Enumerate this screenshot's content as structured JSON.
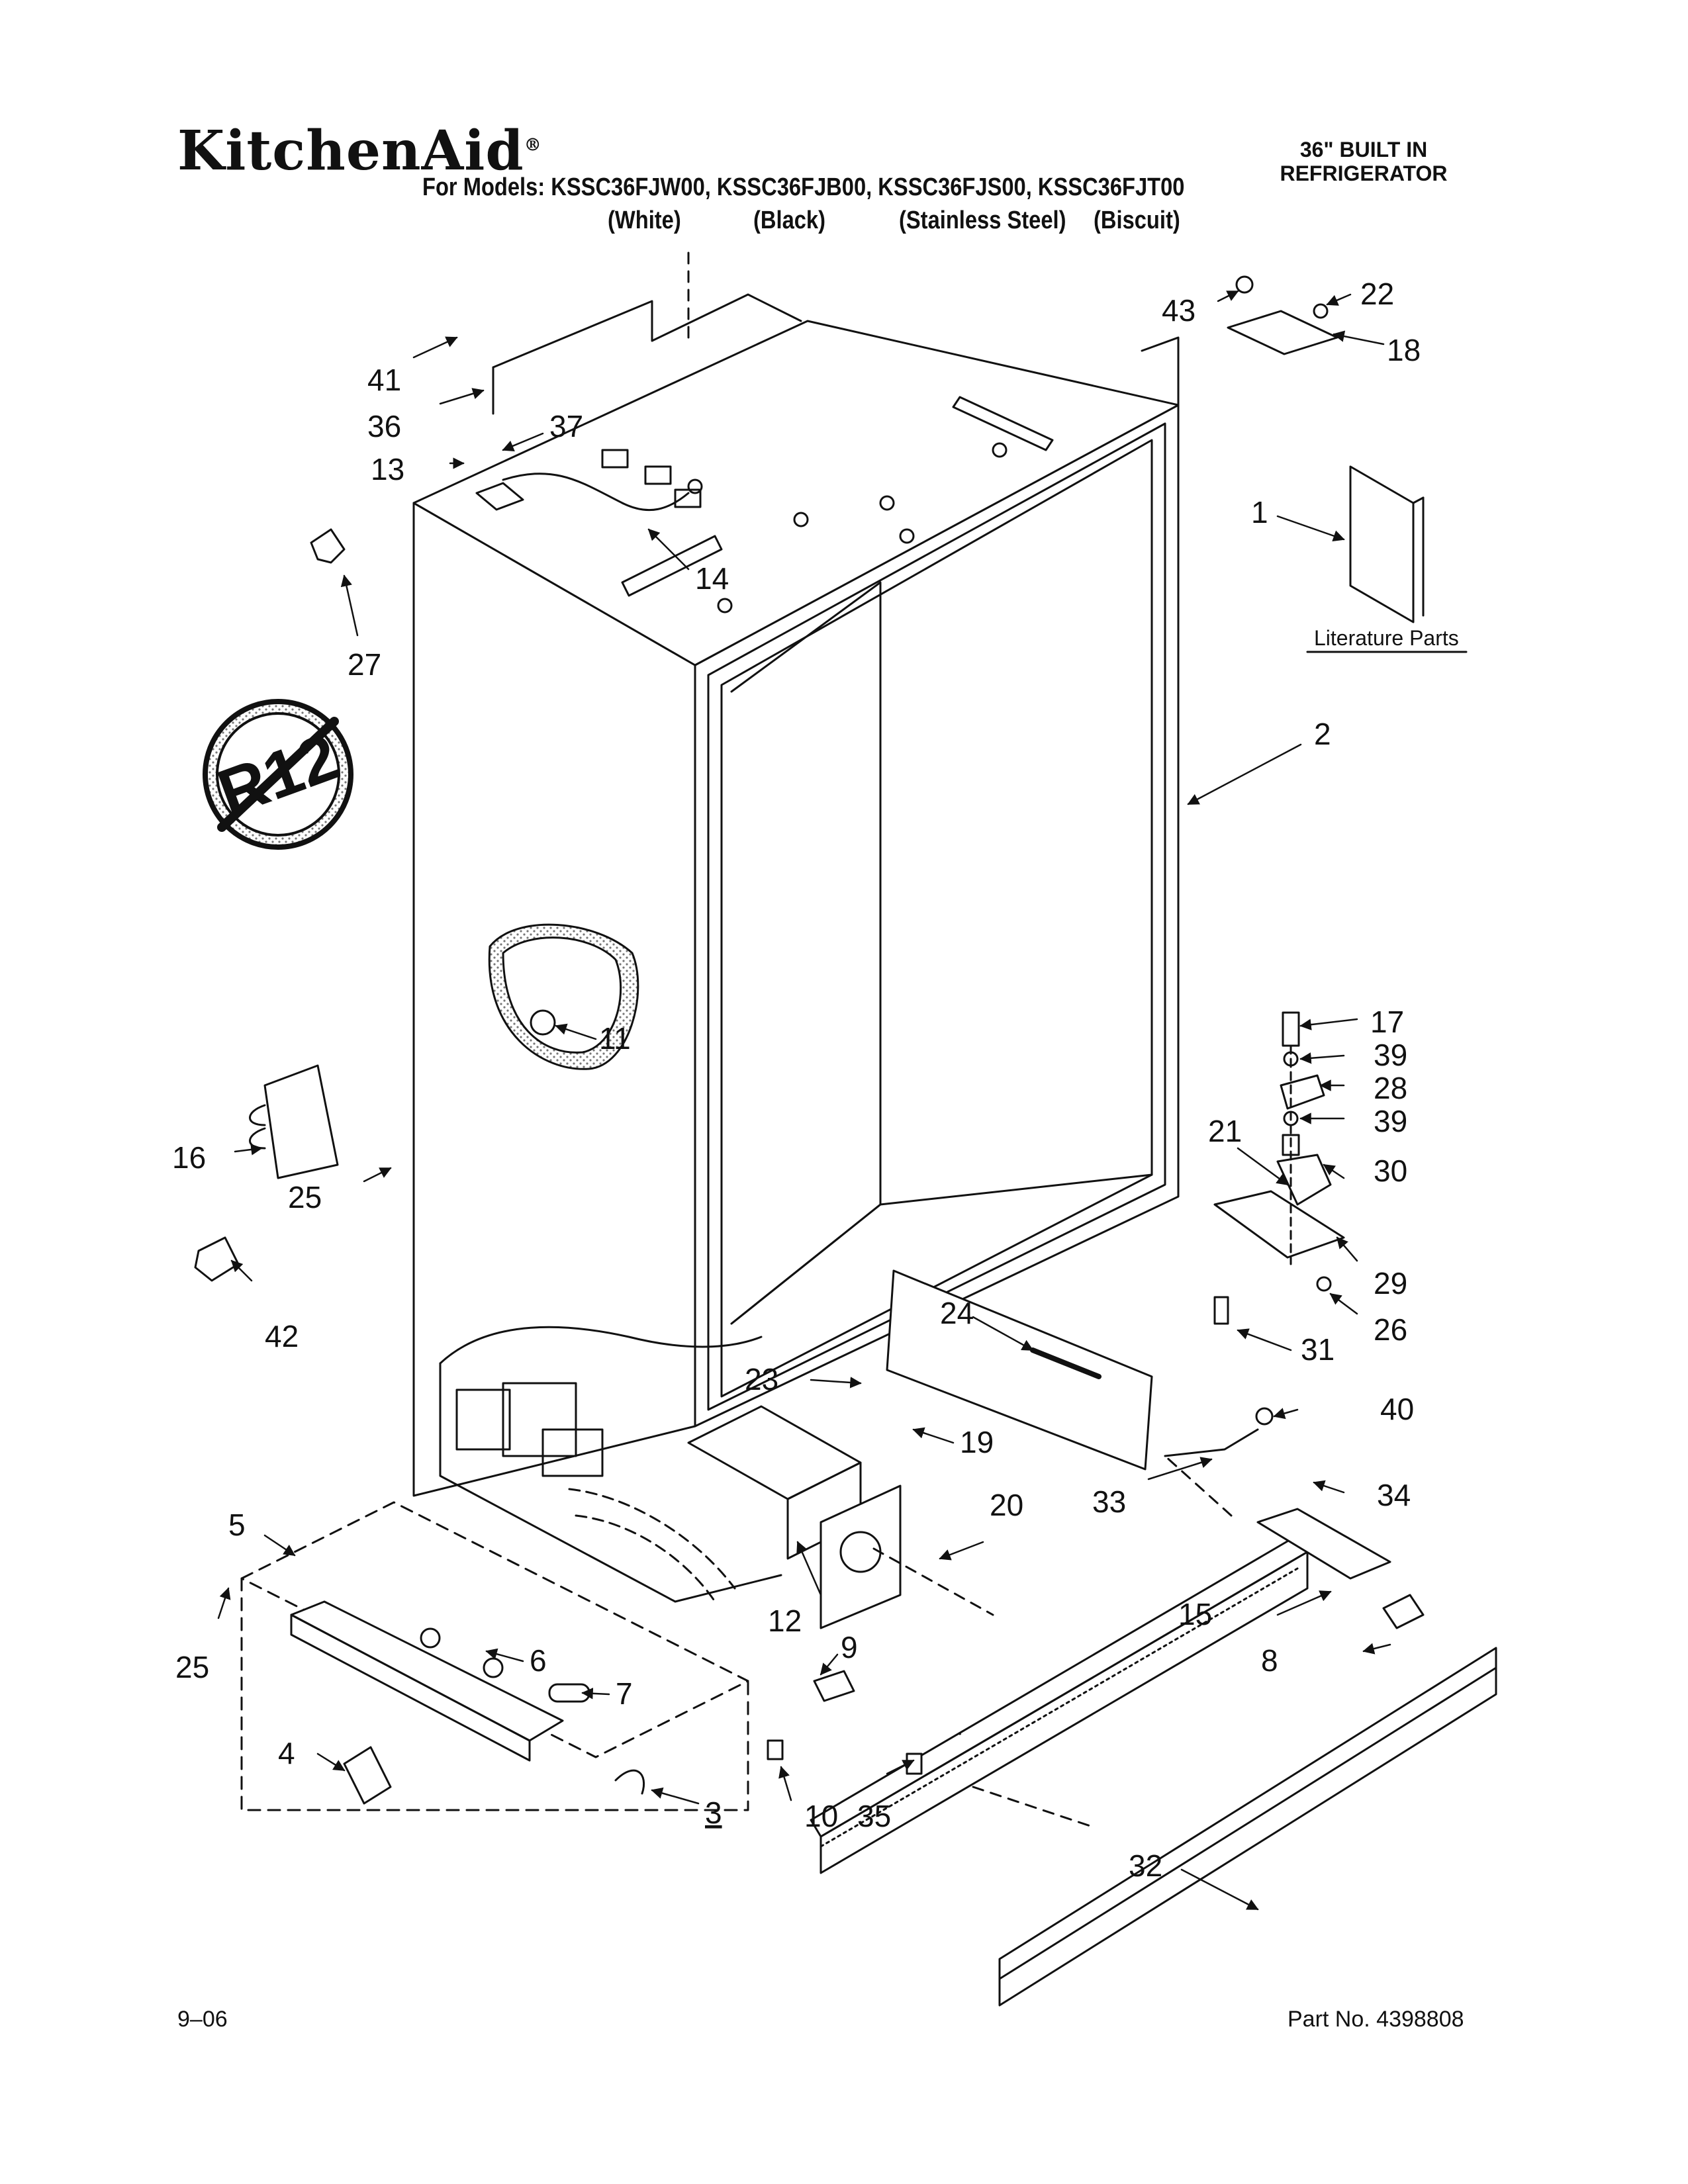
{
  "header": {
    "brand": "KitchenAid",
    "brand_mark": "®",
    "models_line": "For Models: KSSC36FJW00, KSSC36FJB00, KSSC36FJS00, KSSC36FJT00",
    "colors": [
      "(White)",
      "(Black)",
      "(Stainless Steel)",
      "(Biscuit)"
    ],
    "category_line1": "36\" BUILT IN",
    "category_line2": "REFRIGERATOR"
  },
  "literature_label": "Literature Parts",
  "badge_text": "R12",
  "callouts": {
    "c1": "1",
    "c2": "2",
    "c3": "3",
    "c4": "4",
    "c5": "5",
    "c6": "6",
    "c7": "7",
    "c8": "8",
    "c9": "9",
    "c10": "10",
    "c11": "11",
    "c12": "12",
    "c13": "13",
    "c14": "14",
    "c15": "15",
    "c16": "16",
    "c17": "17",
    "c18": "18",
    "c19": "19",
    "c20": "20",
    "c21": "21",
    "c22": "22",
    "c23": "23",
    "c24": "24",
    "c25a": "25",
    "c25b": "25",
    "c26": "26",
    "c27": "27",
    "c28": "28",
    "c29": "29",
    "c30": "30",
    "c31": "31",
    "c32": "32",
    "c33": "33",
    "c34": "34",
    "c35": "35",
    "c36": "36",
    "c37": "37",
    "c39a": "39",
    "c39b": "39",
    "c40": "40",
    "c41": "41",
    "c42": "42",
    "c43": "43"
  },
  "footer": {
    "date": "9–06",
    "part_number": "Part No. 4398808"
  }
}
